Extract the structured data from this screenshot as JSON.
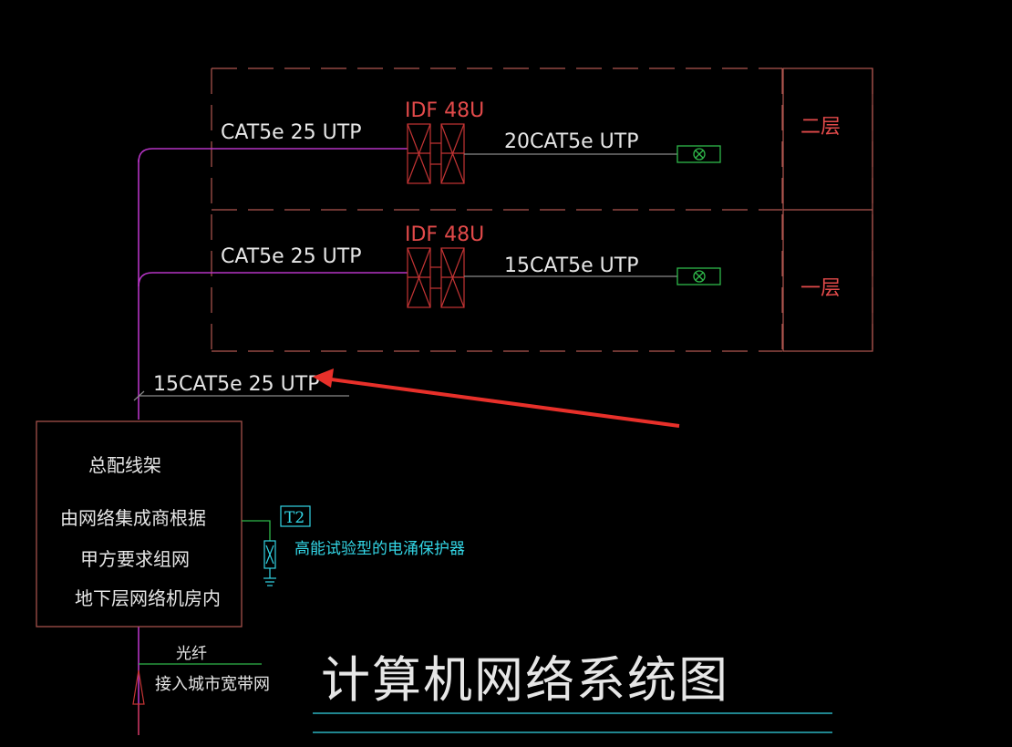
{
  "diagram": {
    "title": "计算机网络系统图",
    "floors": [
      {
        "floor_label": "二层",
        "idf_label": "IDF 48U",
        "backbone_cable": "CAT5e 25 UTP",
        "horizontal_cable": "20CAT5e UTP"
      },
      {
        "floor_label": "一层",
        "idf_label": "IDF 48U",
        "backbone_cable": "CAT5e 25 UTP",
        "horizontal_cable": "15CAT5e UTP"
      }
    ],
    "riser_cable": "15CAT5e 25 UTP",
    "mdf": {
      "lines": [
        "总配线架",
        "由网络集成商根据",
        "甲方要求组网",
        "地下层网络机房内"
      ]
    },
    "surge": {
      "tag": "T2",
      "label": "高能试验型的电涌保护器"
    },
    "fiber": {
      "label": "光纤",
      "note": "接入城市宽带网"
    },
    "colors": {
      "background": "#000000",
      "frame": "#b0564f",
      "cable": "#b534c4",
      "equipment": "#c43434",
      "outlet": "#2fb84a",
      "surge": "#33d6e6",
      "annotation_arrow": "#e8302a"
    }
  }
}
